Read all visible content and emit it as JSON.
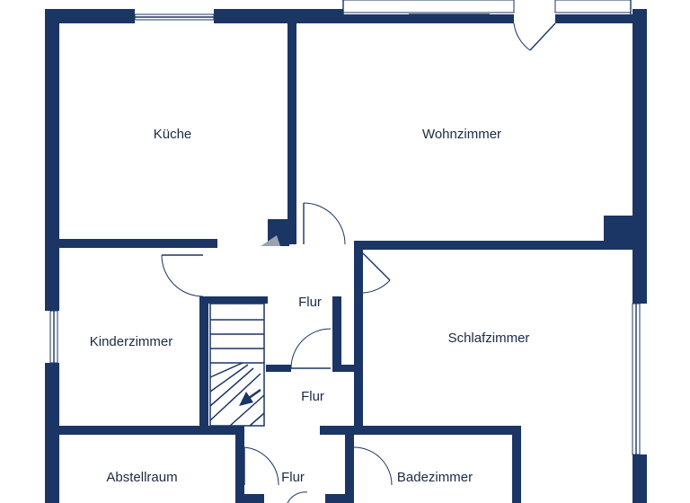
{
  "floor_plan": {
    "colors": {
      "wall": "#1b3564",
      "background": "#ffffff",
      "label": "#1b2a44"
    },
    "rooms": {
      "kueche": "Küche",
      "wohnzimmer": "Wohnzimmer",
      "kinderzimmer": "Kinderzimmer",
      "schlafzimmer": "Schlafzimmer",
      "flur_upper": "Flur",
      "flur_middle": "Flur",
      "flur_lower": "Flur",
      "abstellraum": "Abstellraum",
      "badezimmer": "Badezimmer"
    },
    "icons": {
      "stair_arrow": "arrow-down-left-icon"
    }
  }
}
